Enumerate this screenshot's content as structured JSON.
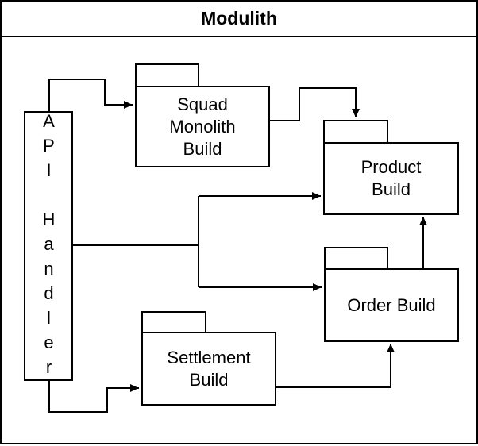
{
  "diagram": {
    "title": "Modulith",
    "nodes": {
      "api_handler": {
        "label": "API Handler",
        "shape": "rectangle-vertical-text"
      },
      "squad_monolith_build": {
        "label": "Squad Monolith Build",
        "shape": "folder"
      },
      "product_build": {
        "label": "Product Build",
        "shape": "folder"
      },
      "order_build": {
        "label": "Order Build",
        "shape": "folder"
      },
      "settlement_build": {
        "label": "Settlement Build",
        "shape": "folder"
      }
    },
    "edges": [
      {
        "from": "API Handler",
        "to": "Squad Monolith Build"
      },
      {
        "from": "Squad Monolith Build",
        "to": "Product Build"
      },
      {
        "from": "API Handler",
        "to": "Product Build"
      },
      {
        "from": "API Handler",
        "to": "Order Build"
      },
      {
        "from": "Order Build",
        "to": "Product Build"
      },
      {
        "from": "API Handler",
        "to": "Settlement Build"
      },
      {
        "from": "Settlement Build",
        "to": "Order Build"
      }
    ],
    "colors": {
      "stroke": "#000000",
      "background": "#ffffff"
    }
  }
}
